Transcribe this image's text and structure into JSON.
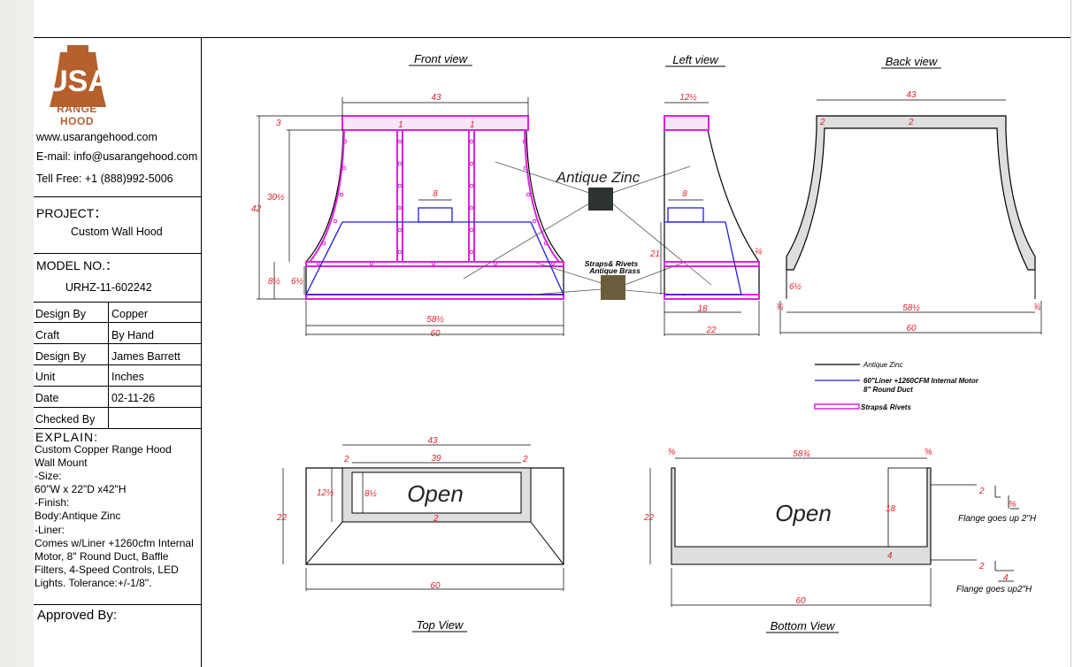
{
  "brand": {
    "logo_letters": "USA",
    "logo_subtitle": "RANGE HOOD"
  },
  "contact": {
    "website": "www.usarangehood.com",
    "email": "E-mail: info@usarangehood.com",
    "phone": "Tell Free: +1 (888)992-5006"
  },
  "project": {
    "label": "PROJECT：",
    "value": "Custom Wall Hood"
  },
  "model": {
    "label": "MODEL NO.：",
    "value": "URHZ-11-602242"
  },
  "specs": [
    {
      "label": "Design By",
      "value": "Copper"
    },
    {
      "label": "Craft",
      "value": "By Hand"
    },
    {
      "label": "Design By",
      "value": "James Barrett"
    },
    {
      "label": "Unit",
      "value": "Inches"
    },
    {
      "label": "Date",
      "value": "02-11-26"
    },
    {
      "label": "Checked By",
      "value": ""
    }
  ],
  "explain": {
    "label": "EXPLAIN:",
    "lines": [
      "Custom Copper Range Hood",
      "Wall Mount",
      "-Size:",
      "60\"W x 22\"D x42\"H",
      "-Finish:",
      "Body:Antique Zinc",
      "-Liner:",
      "Comes w/Liner +1260cfm Internal",
      "Motor, 8\" Round Duct, Baffle",
      "Filters, 4-Speed Controls, LED",
      "Lights. Tolerance:+/-1/8\"."
    ]
  },
  "approved": {
    "label": "Approved By:"
  },
  "views": {
    "front": "Front view",
    "left": "Left view",
    "back": "Back view",
    "top": "Top View",
    "bottom": "Bottom View"
  },
  "callouts": {
    "zinc": "Antique Zinc",
    "straps_line1": "Straps& Rivets",
    "straps_line2": "Antique Brass",
    "open": "Open",
    "flange_top": "Flange goes up 2\"H",
    "flange_bottom": "Flange goes up2\"H"
  },
  "legend": {
    "zinc": "Antique Zinc",
    "liner_line1": "60\"Liner +1260CFM Internal Motor",
    "liner_line2": "8\" Round Duct",
    "straps": "Straps& Rivets"
  },
  "colors": {
    "body_line": "#000000",
    "liner": "#1f1fd6",
    "straps": "#e020e0",
    "dimension": "#e8202a",
    "zinc_swatch": "#2d3333",
    "brass_swatch": "#6b5c3c",
    "logo": "#b5602d"
  },
  "dimensions": {
    "front": {
      "width_top": "43",
      "height_total": "42",
      "height_body": "30½",
      "collar": "3",
      "duct": "8",
      "band": "6½",
      "band_outer": "8½",
      "bottom_inner": "58½",
      "bottom_outer": "60",
      "strap": "1"
    },
    "left": {
      "top": "12½",
      "duct": "8",
      "liner_h": "21",
      "bottom_inner": "18",
      "bottom_outer": "22",
      "edge": "¼"
    },
    "back": {
      "top": "43",
      "side": "2",
      "band": "6½",
      "bottom_inner": "58½",
      "bottom_outer": "60",
      "edge": "¾"
    },
    "top": {
      "width_top": "43",
      "inner": "39",
      "side": "2",
      "depth_inner": "12½",
      "depth_small": "8½",
      "depth": "22",
      "width": "60"
    },
    "bottom": {
      "inner": "58¾",
      "edge": "⅝",
      "depth": "22",
      "height": "18",
      "thickness": "4",
      "width": "60",
      "flange_a": "2",
      "flange_b": "⅝",
      "flange_c": "2",
      "flange_d": "4"
    }
  }
}
